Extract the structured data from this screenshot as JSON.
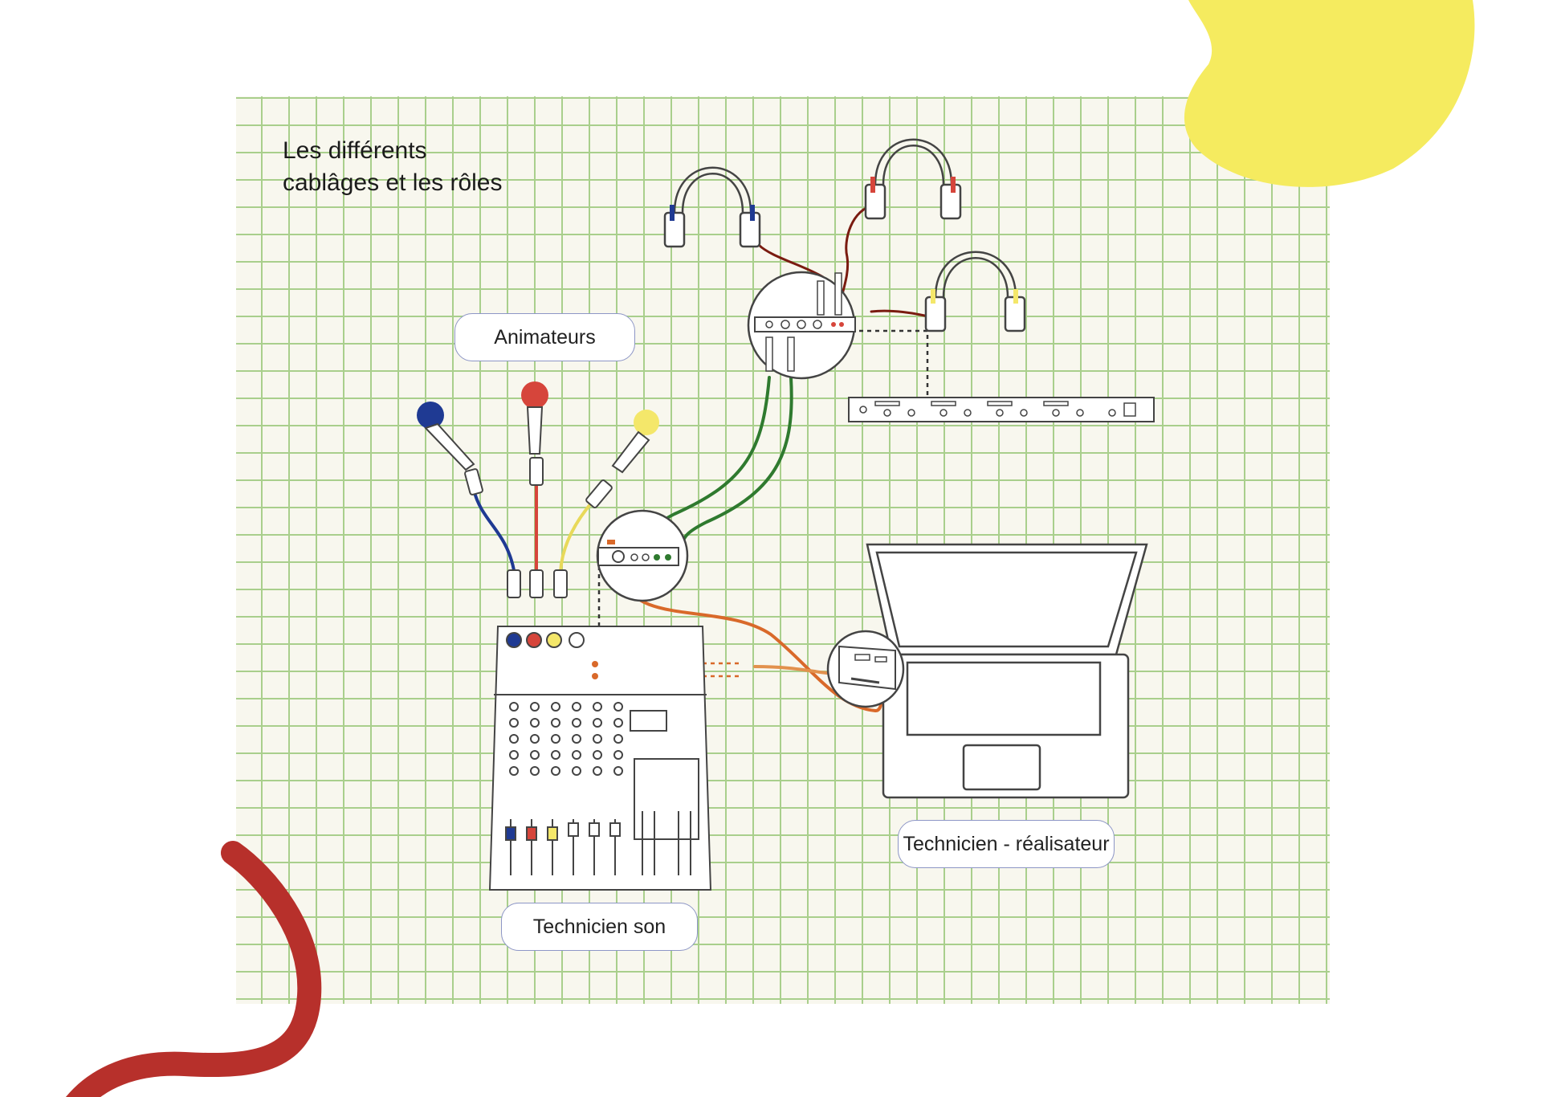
{
  "title": {
    "line1": "Les différents",
    "line2": "cablâges et les rôles"
  },
  "roles": {
    "animateurs": "Animateurs",
    "technicien_son": "Technicien son",
    "technicien_realisateur": "Technicien - réalisateur"
  },
  "colors": {
    "blue": "#1f3a93",
    "red": "#d6453b",
    "yellow": "#f4e76a",
    "green": "#2f7a2f",
    "orange": "#d9692a",
    "dark_red": "#7a1b10",
    "deco_yellow": "#f5eb5f",
    "deco_red": "#b7302b"
  },
  "icons": [
    "microphone-icon",
    "headphones-icon",
    "audio-mixer-icon",
    "headphone-amplifier-icon",
    "audio-interface-icon",
    "laptop-icon",
    "rack-unit-icon"
  ]
}
